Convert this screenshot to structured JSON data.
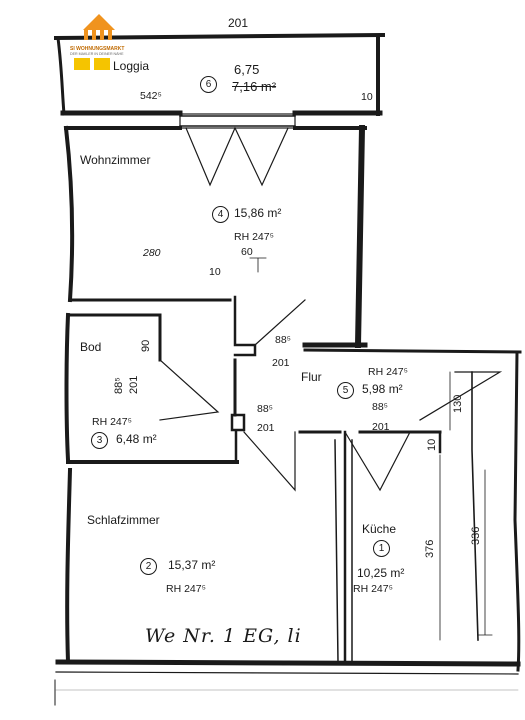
{
  "logo": {
    "title": "SI WOHNUNGSMARKT",
    "subtitle": "DER MAKLER IN DEINER NÄHE"
  },
  "dims": {
    "top_width": "201",
    "loggia_width": "542⁵",
    "loggia_depth": "10",
    "wohn_width": "280",
    "wohn_60": "60",
    "wohn_10": "10",
    "bod_90": "90",
    "bod_885": "88⁵",
    "bod_201": "201",
    "door_885_a": "88⁵",
    "door_201_a": "201",
    "door_885_b": "88⁵",
    "door_201_b": "201",
    "door_885_c": "88⁵",
    "door_201_c": "201",
    "flur_130": "130",
    "flur_10": "10",
    "kueche_376": "376",
    "kueche_336": "336"
  },
  "rooms": {
    "loggia": {
      "label": "Loggia",
      "number": "6",
      "area_new": "6,75",
      "area_old": "7,16 m²"
    },
    "wohnzimmer": {
      "label": "Wohnzimmer",
      "number": "4",
      "area": "15,86 m²",
      "rh": "RH 247⁵"
    },
    "bod": {
      "label": "Bod",
      "number": "3",
      "area": "6,48 m²",
      "rh": "RH 247⁵"
    },
    "flur": {
      "label": "Flur",
      "number": "5",
      "area": "5,98 m²",
      "rh": "RH 247⁵"
    },
    "schlafzimmer": {
      "label": "Schlafzimmer",
      "number": "2",
      "area": "15,37 m²",
      "rh": "RH 247⁵"
    },
    "kueche": {
      "label": "Küche",
      "number": "1",
      "area": "10,25 m²",
      "rh": "RH 247⁵"
    }
  },
  "footer": {
    "handwritten": "We Nr. 1  EG, li"
  },
  "colors": {
    "ink": "#1a1a1a",
    "logo_orange": "#f0931e",
    "logo_yellow": "#f5c400"
  }
}
